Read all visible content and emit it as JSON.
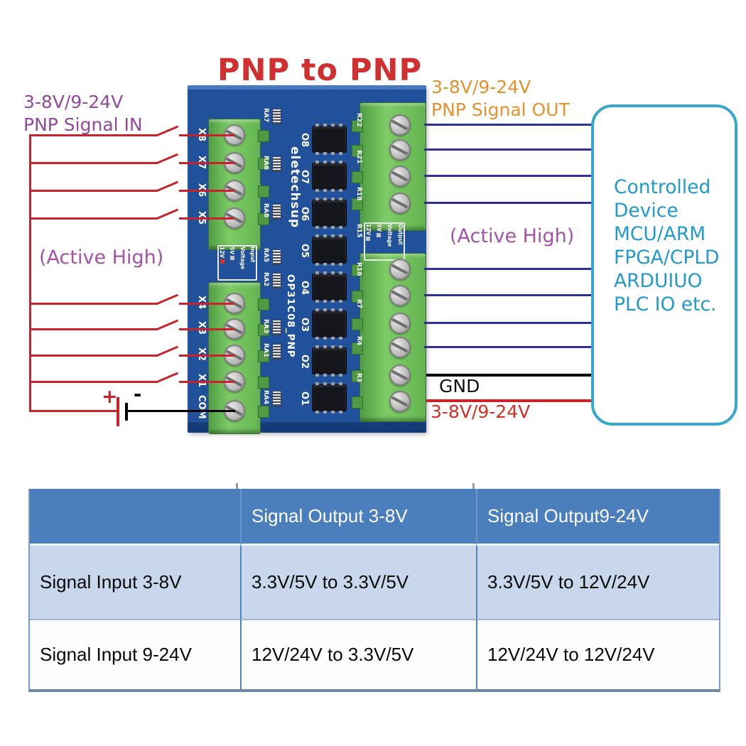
{
  "title": "PNP to PNP",
  "left_labels": {
    "volt": "3-8V/9-24V",
    "signal": "PNP Signal IN",
    "active": "(Active High)"
  },
  "right_labels": {
    "volt": "3-8V/9-24V",
    "signal": "PNP Signal OUT",
    "active": "(Active High)"
  },
  "battery": {
    "plus": "+",
    "minus": "-"
  },
  "bottom_wires": {
    "gnd": "GND",
    "power": "3-8V/9-24V"
  },
  "device_box": {
    "lines": [
      "Controlled",
      "Device",
      "MCU/ARM",
      "FPGA/CPLD",
      "ARDUIUO",
      "PLC IO etc."
    ]
  },
  "board": {
    "brand": "eletechsup",
    "model": "OP31C08_PNP",
    "terminals": [
      "X8",
      "X7",
      "X6",
      "X5",
      "X4",
      "X3",
      "X2",
      "X1",
      "COM"
    ],
    "opto_labels": [
      "O8",
      "O7",
      "O6",
      "O5",
      "O4",
      "O3",
      "O2",
      "O1"
    ],
    "resistors_right": [
      "R22",
      "R21",
      "R18",
      "R15",
      "R10",
      "R7",
      "R4",
      "R3"
    ],
    "resistor_arrays_left": [
      "RA7",
      "RA6",
      "RA8",
      "RA5",
      "RA2",
      "RA3",
      "RA1",
      "RA4"
    ],
    "input_voltage_box": {
      "line1": "Input",
      "line2": "Voltage",
      "opt1": "5V",
      "opt2": "12V"
    },
    "output_voltage_box": {
      "line1": "Output",
      "line2": "Voltage",
      "opt1": "5V",
      "opt2": "12V"
    }
  },
  "table": {
    "headers": [
      "",
      "Signal Output 3-8V",
      "Signal Output9-24V"
    ],
    "rows": [
      [
        "Signal Input 3-8V",
        "3.3V/5V to 3.3V/5V",
        "3.3V/5V to 12V/24V"
      ],
      [
        "Signal Input 9-24V",
        "12V/24V to 3.3V/5V",
        "12V/24V to 12V/24V"
      ]
    ]
  },
  "colors": {
    "title_red": "#d23030",
    "label_purple": "#94499c",
    "label_orange": "#e8912d",
    "active_purple": "#a352aa",
    "device_cyan": "#2299cb",
    "device_border": "#35a8cc",
    "wire_red": "#c8232b",
    "wire_navy": "#2e3191",
    "wire_black": "#000000",
    "pcb_blue": "#21519b",
    "terminal_green": "#7ecb67",
    "table_header_blue": "#4a7ebc",
    "table_row_blue": "#c9d7ec"
  }
}
